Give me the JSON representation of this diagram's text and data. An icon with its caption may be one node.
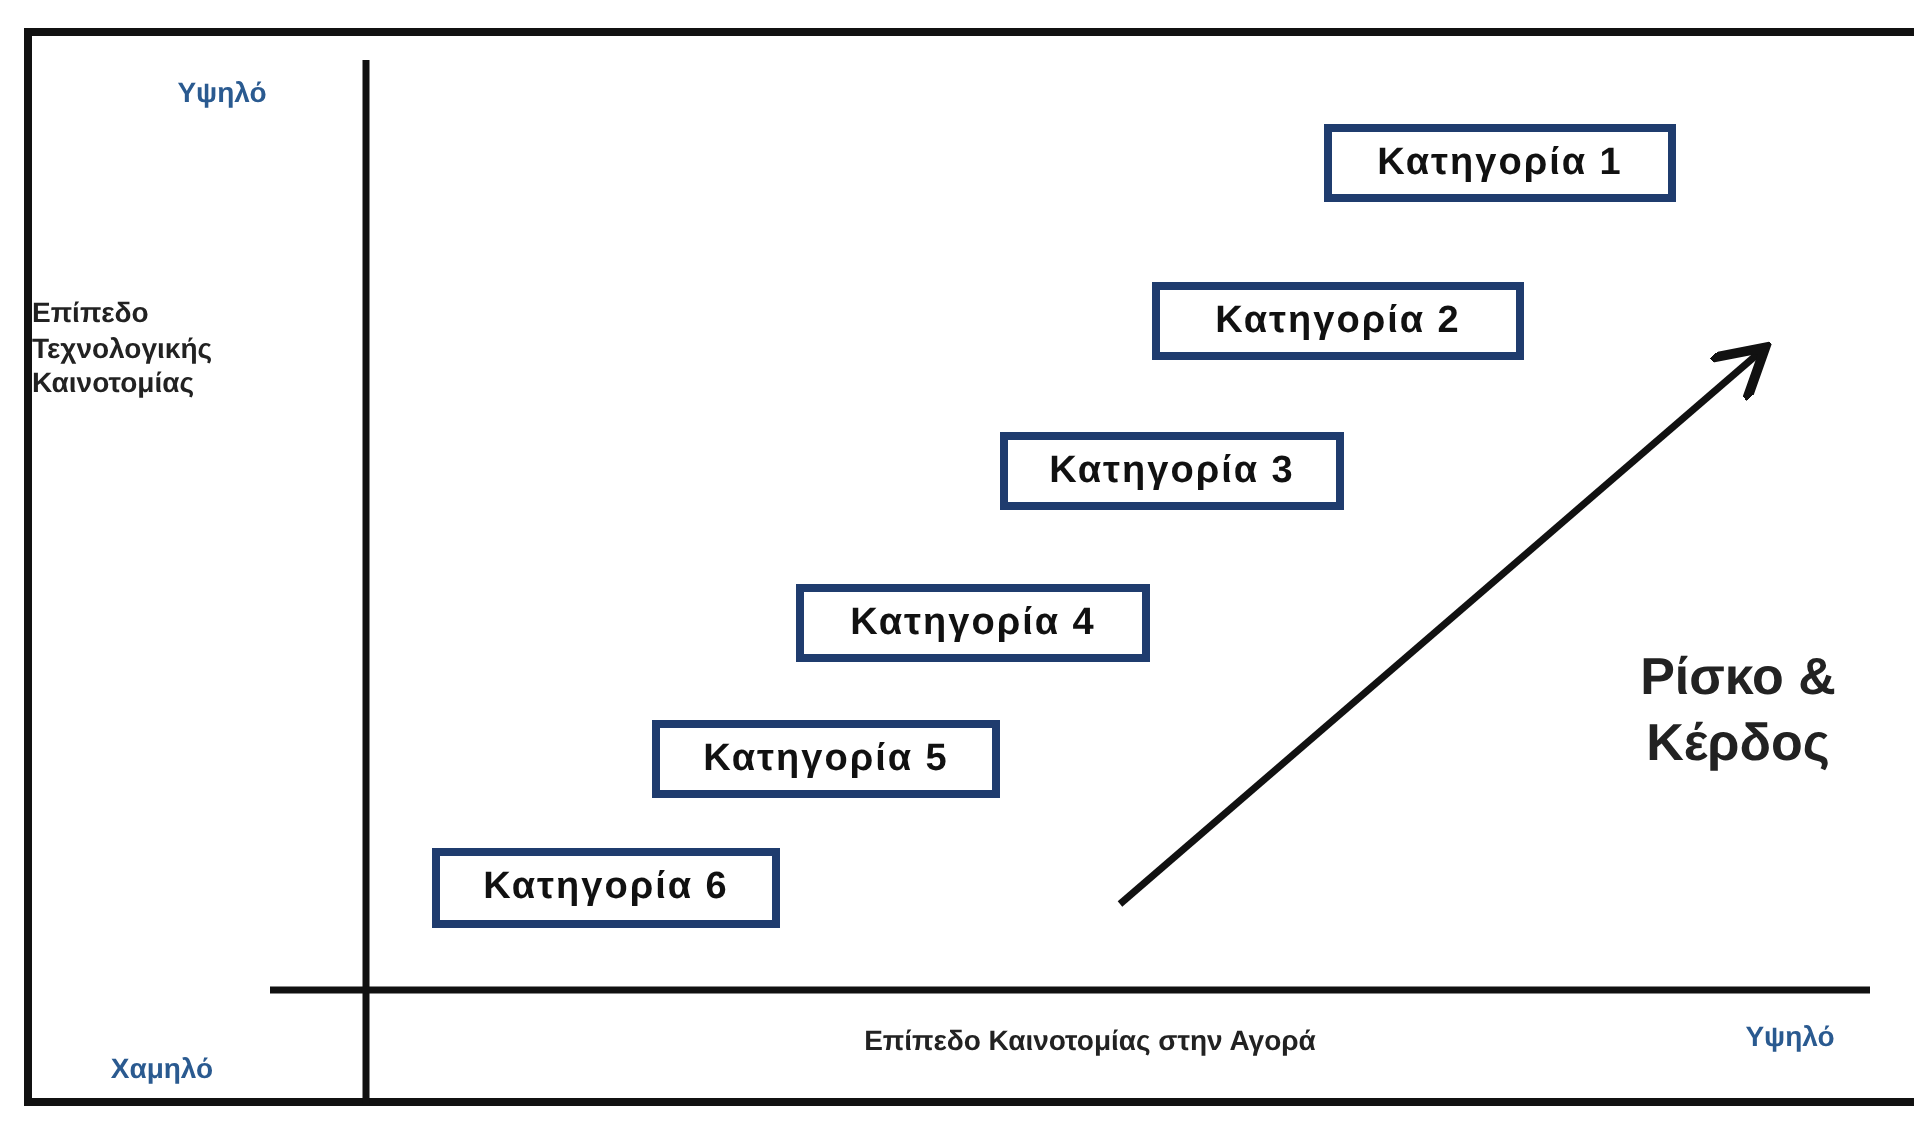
{
  "diagram": {
    "nodes": [
      {
        "text": [
          "Κατηγορία 1"
        ]
      },
      {
        "text": [
          "Κατηγορία 2"
        ]
      },
      {
        "text": [
          "Κατηγορία 3"
        ]
      },
      {
        "text": [
          "Κατηγορία 4"
        ]
      },
      {
        "text": [
          "Κατηγορία 5"
        ]
      },
      {
        "text": [
          "Κατηγορία 6"
        ]
      }
    ],
    "labels": [
      "Υψηλό",
      "Επίπεδο Τεχνολογικής Καινοτομίας",
      "Ρίσκο & Κέρδος",
      "Χαμηλό",
      "Επίπεδο Καινοτομίας στην Αγορά",
      "Υψηλό"
    ]
  }
}
